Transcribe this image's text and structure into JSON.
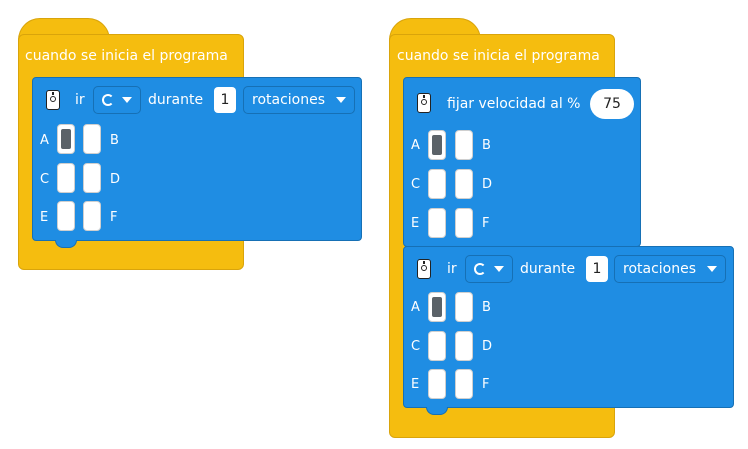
{
  "scripts": [
    {
      "hat_label": "cuando se inicia el programa",
      "blocks": [
        {
          "type": "go",
          "label": "ir",
          "direction_icon": "rotate-clockwise-icon",
          "during_label": "durante",
          "value": "1",
          "unit": "rotaciones",
          "ports": [
            {
              "letter": "A",
              "selected": true
            },
            {
              "letter": "B",
              "selected": false
            },
            {
              "letter": "C",
              "selected": false
            },
            {
              "letter": "D",
              "selected": false
            },
            {
              "letter": "E",
              "selected": false
            },
            {
              "letter": "F",
              "selected": false
            }
          ]
        }
      ]
    },
    {
      "hat_label": "cuando se inicia el programa",
      "blocks": [
        {
          "type": "set_speed",
          "label": "fijar velocidad al %",
          "value": "75",
          "ports": [
            {
              "letter": "A",
              "selected": true
            },
            {
              "letter": "B",
              "selected": false
            },
            {
              "letter": "C",
              "selected": false
            },
            {
              "letter": "D",
              "selected": false
            },
            {
              "letter": "E",
              "selected": false
            },
            {
              "letter": "F",
              "selected": false
            }
          ]
        },
        {
          "type": "go",
          "label": "ir",
          "direction_icon": "rotate-clockwise-icon",
          "during_label": "durante",
          "value": "1",
          "unit": "rotaciones",
          "ports": [
            {
              "letter": "A",
              "selected": true
            },
            {
              "letter": "B",
              "selected": false
            },
            {
              "letter": "C",
              "selected": false
            },
            {
              "letter": "D",
              "selected": false
            },
            {
              "letter": "E",
              "selected": false
            },
            {
              "letter": "F",
              "selected": false
            }
          ]
        }
      ]
    }
  ],
  "colors": {
    "event": "#f5bd0f",
    "motor": "#1f8de3"
  }
}
